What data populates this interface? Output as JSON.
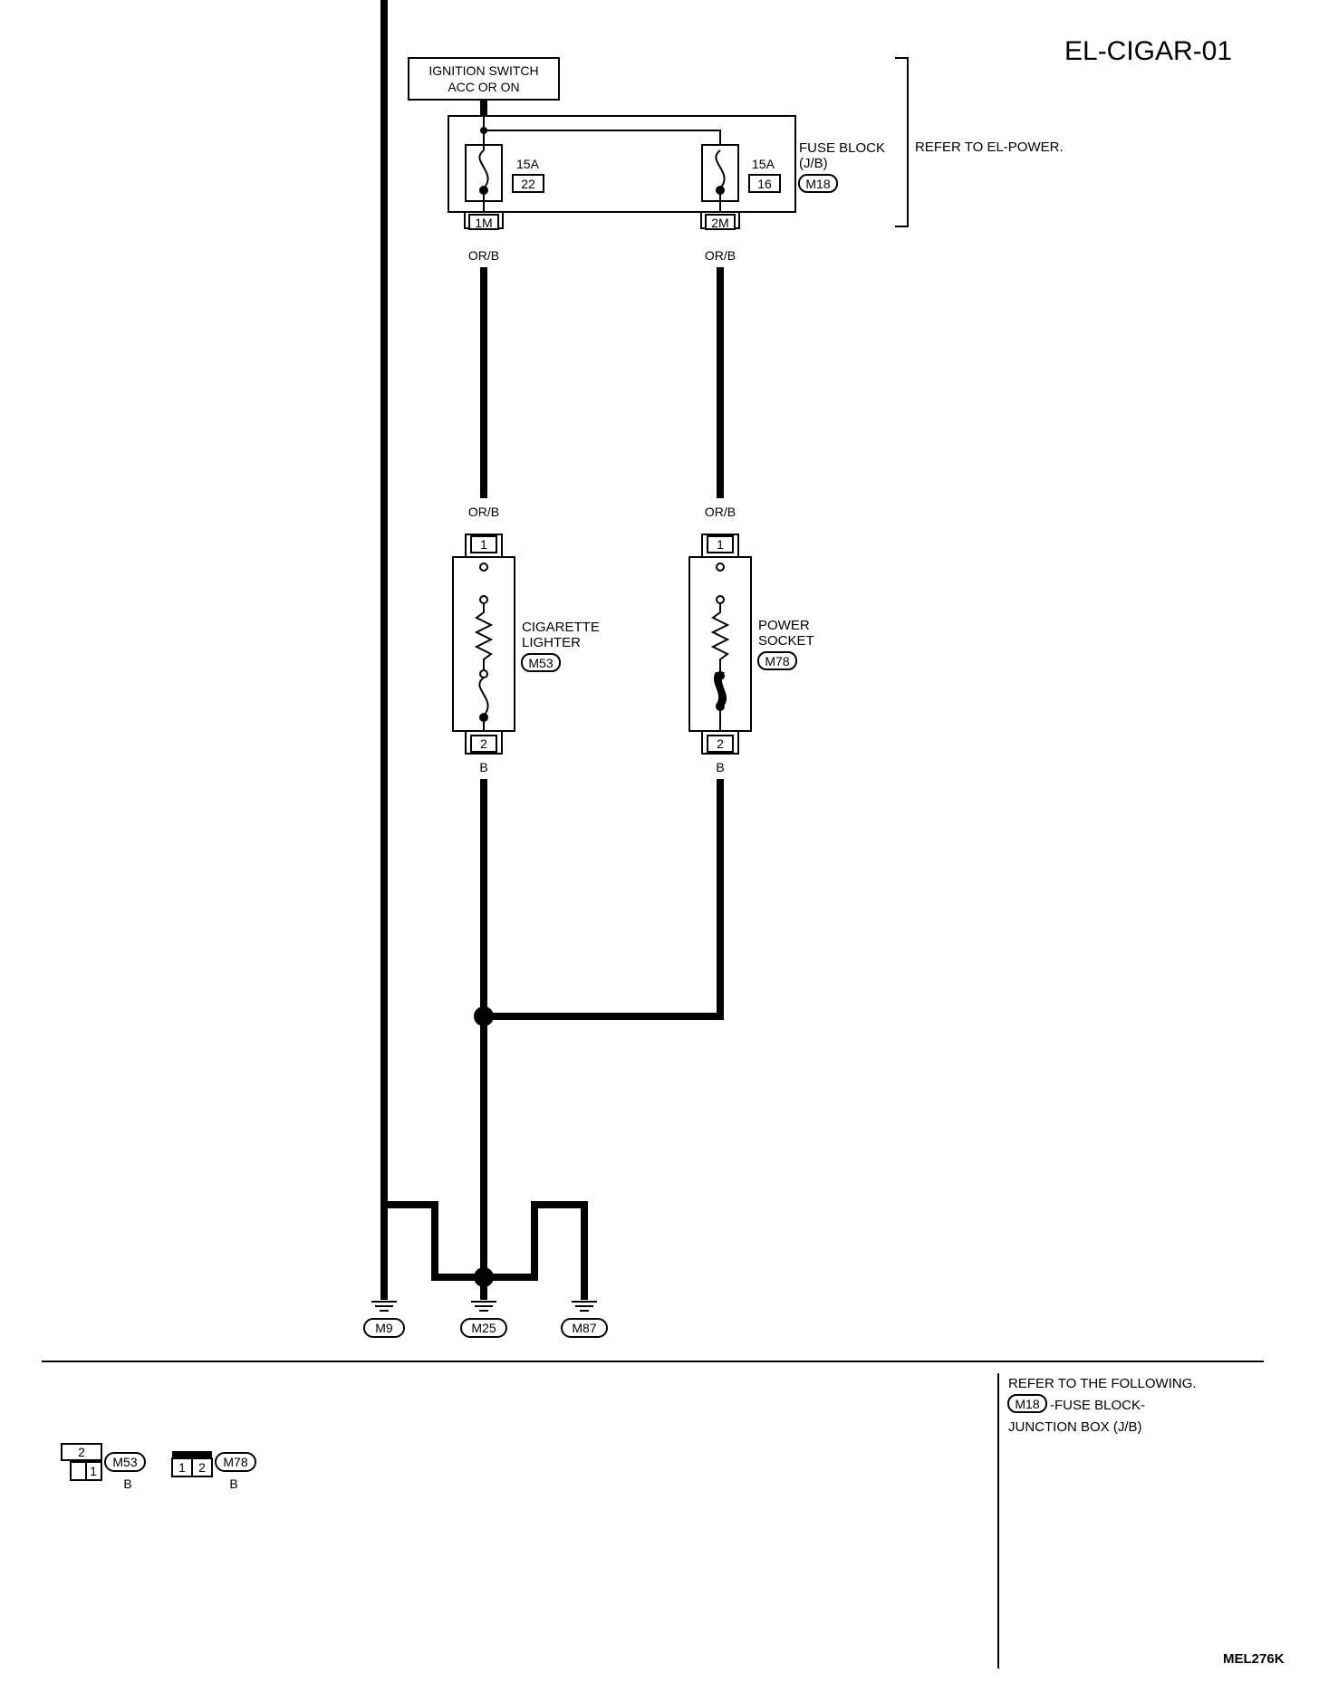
{
  "title": "EL-CIGAR-01",
  "code": "MEL276K",
  "ignition": {
    "line1": "IGNITION SWITCH",
    "line2": "ACC OR ON"
  },
  "fuse_block": {
    "line1": "FUSE BLOCK",
    "line2": "(J/B)",
    "connector": "M18",
    "refer": "REFER TO EL-POWER.",
    "fuse_left": {
      "rating": "15A",
      "number": "22",
      "terminal": "1M"
    },
    "fuse_right": {
      "rating": "15A",
      "number": "16",
      "terminal": "2M"
    }
  },
  "wires": {
    "orb": "OR/B",
    "b": "B"
  },
  "lighter": {
    "line1": "CIGARETTE",
    "line2": "LIGHTER",
    "connector": "M53",
    "pin_top": "1",
    "pin_bottom": "2"
  },
  "socket": {
    "line1": "POWER",
    "line2": "SOCKET",
    "connector": "M78",
    "pin_top": "1",
    "pin_bottom": "2"
  },
  "grounds": [
    "M9",
    "M25",
    "M87"
  ],
  "refer_following": {
    "line1": "REFER TO THE FOLLOWING.",
    "connector": "M18",
    "line2": "-FUSE BLOCK-",
    "line3": "JUNCTION BOX (J/B)"
  },
  "connector_views": [
    {
      "connector": "M53",
      "color": "B",
      "pin_a": "2",
      "pin_b": "1"
    },
    {
      "connector": "M78",
      "color": "B",
      "pin_a": "1",
      "pin_b": "2"
    }
  ]
}
